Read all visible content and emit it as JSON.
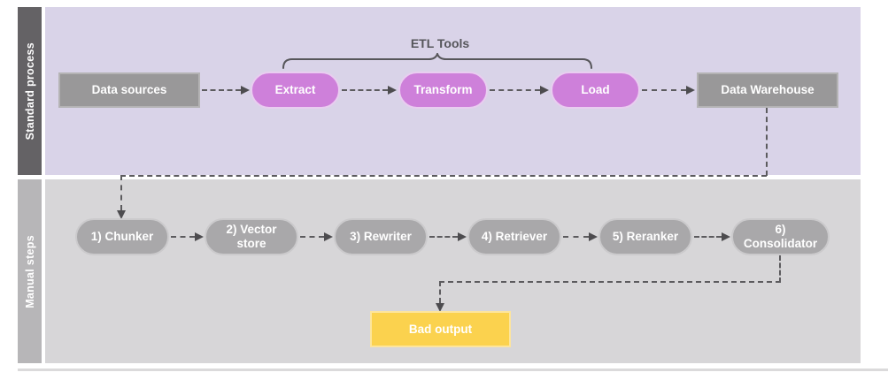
{
  "diagram": {
    "lanes": [
      {
        "label": "Standard process"
      },
      {
        "label": "Manual steps"
      }
    ],
    "standard": {
      "brace_label": "ETL Tools",
      "data_sources": "Data sources",
      "extract": "Extract",
      "transform": "Transform",
      "load": "Load",
      "data_warehouse": "Data Warehouse"
    },
    "manual": {
      "steps": [
        "1) Chunker",
        "2) Vector store",
        "3) Rewriter",
        "4) Retriever",
        "5) Reranker",
        "6) Consolidator"
      ],
      "bad_output": "Bad output"
    },
    "colors": {
      "lane1_background": "#d9d3e8",
      "lane1_label_background": "#646265",
      "lane2_background": "#d7d6d8",
      "lane2_label_background": "#b7b6b8",
      "gray_node_fill": "#999899",
      "pink_node_fill": "#ce80da",
      "gray_pill_fill": "#a9a8aa",
      "yellow_node_fill": "#fbd24e",
      "connector_color": "#5c5b5e",
      "brace_text_color": "#55555a"
    }
  }
}
